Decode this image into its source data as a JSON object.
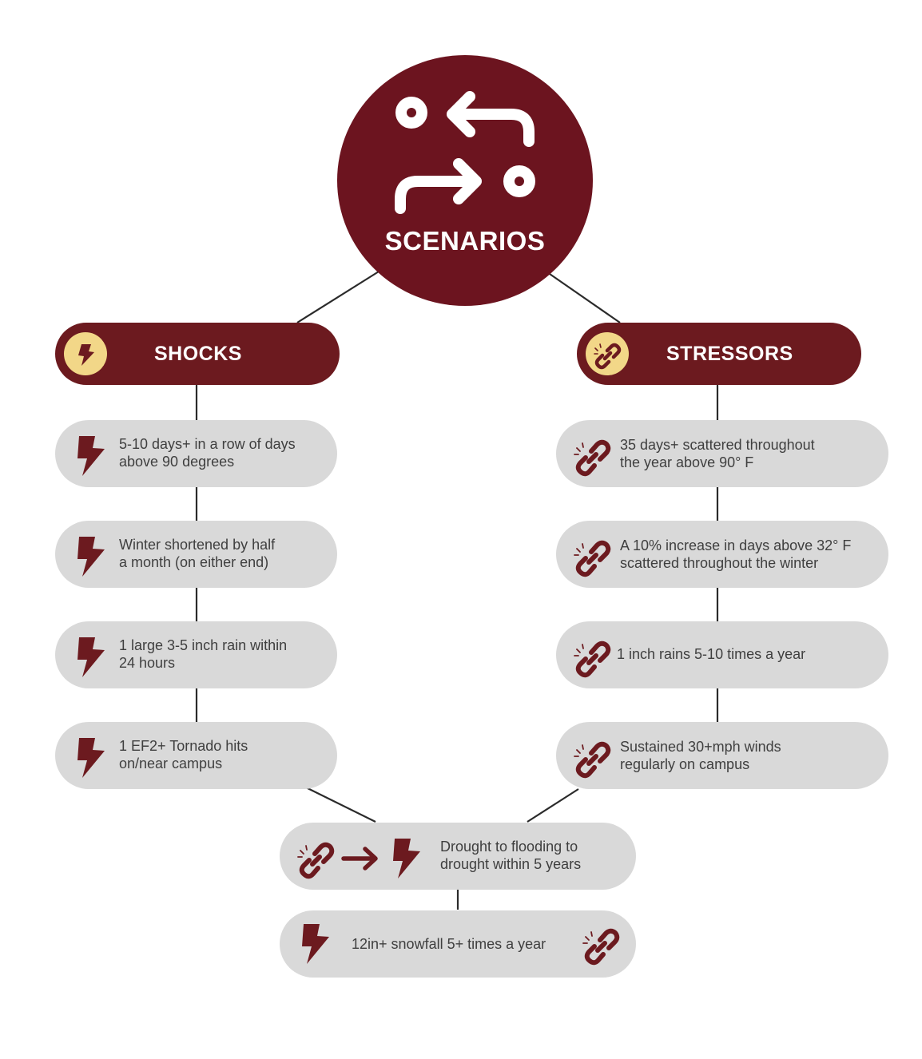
{
  "hub": {
    "title": "SCENARIOS",
    "icon": "route-arrows-icon"
  },
  "colors": {
    "maroon": "#6c141f",
    "header_bg": "#6c1a1f",
    "badge_bg": "#f2d788",
    "pill_bg": "#d9d9d9",
    "text": "#3f3f3f",
    "icon": "#6c1a1f"
  },
  "shocks": {
    "title": "SHOCKS",
    "icon": "lightning-bolt-icon",
    "items": [
      {
        "line1": "5-10 days+ in a row of days",
        "line2": "above 90 degrees"
      },
      {
        "line1": "Winter shortened by half",
        "line2": "a month (on either end)"
      },
      {
        "line1": "1 large 3-5 inch rain within",
        "line2": "24 hours"
      },
      {
        "line1": "1 EF2+ Tornado hits",
        "line2": "on/near campus"
      }
    ]
  },
  "stressors": {
    "title": "STRESSORS",
    "icon": "broken-chain-link-icon",
    "items": [
      {
        "line1": "35 days+ scattered throughout",
        "line2": "the year above 90° F"
      },
      {
        "line1": "A 10% increase in days above 32° F",
        "line2": "scattered throughout the winter"
      },
      {
        "line1": "1 inch rains 5-10 times a year",
        "line2": ""
      },
      {
        "line1": "Sustained 30+mph winds",
        "line2": "regularly on campus"
      }
    ]
  },
  "combined": [
    {
      "line1": "Drought to flooding to",
      "line2": "drought within 5 years",
      "icons": [
        "broken-chain-link-icon",
        "arrow-right-icon",
        "lightning-bolt-icon"
      ]
    },
    {
      "line1": "12in+ snowfall 5+ times a year",
      "icons": [
        "lightning-bolt-icon",
        "broken-chain-link-icon"
      ]
    }
  ]
}
